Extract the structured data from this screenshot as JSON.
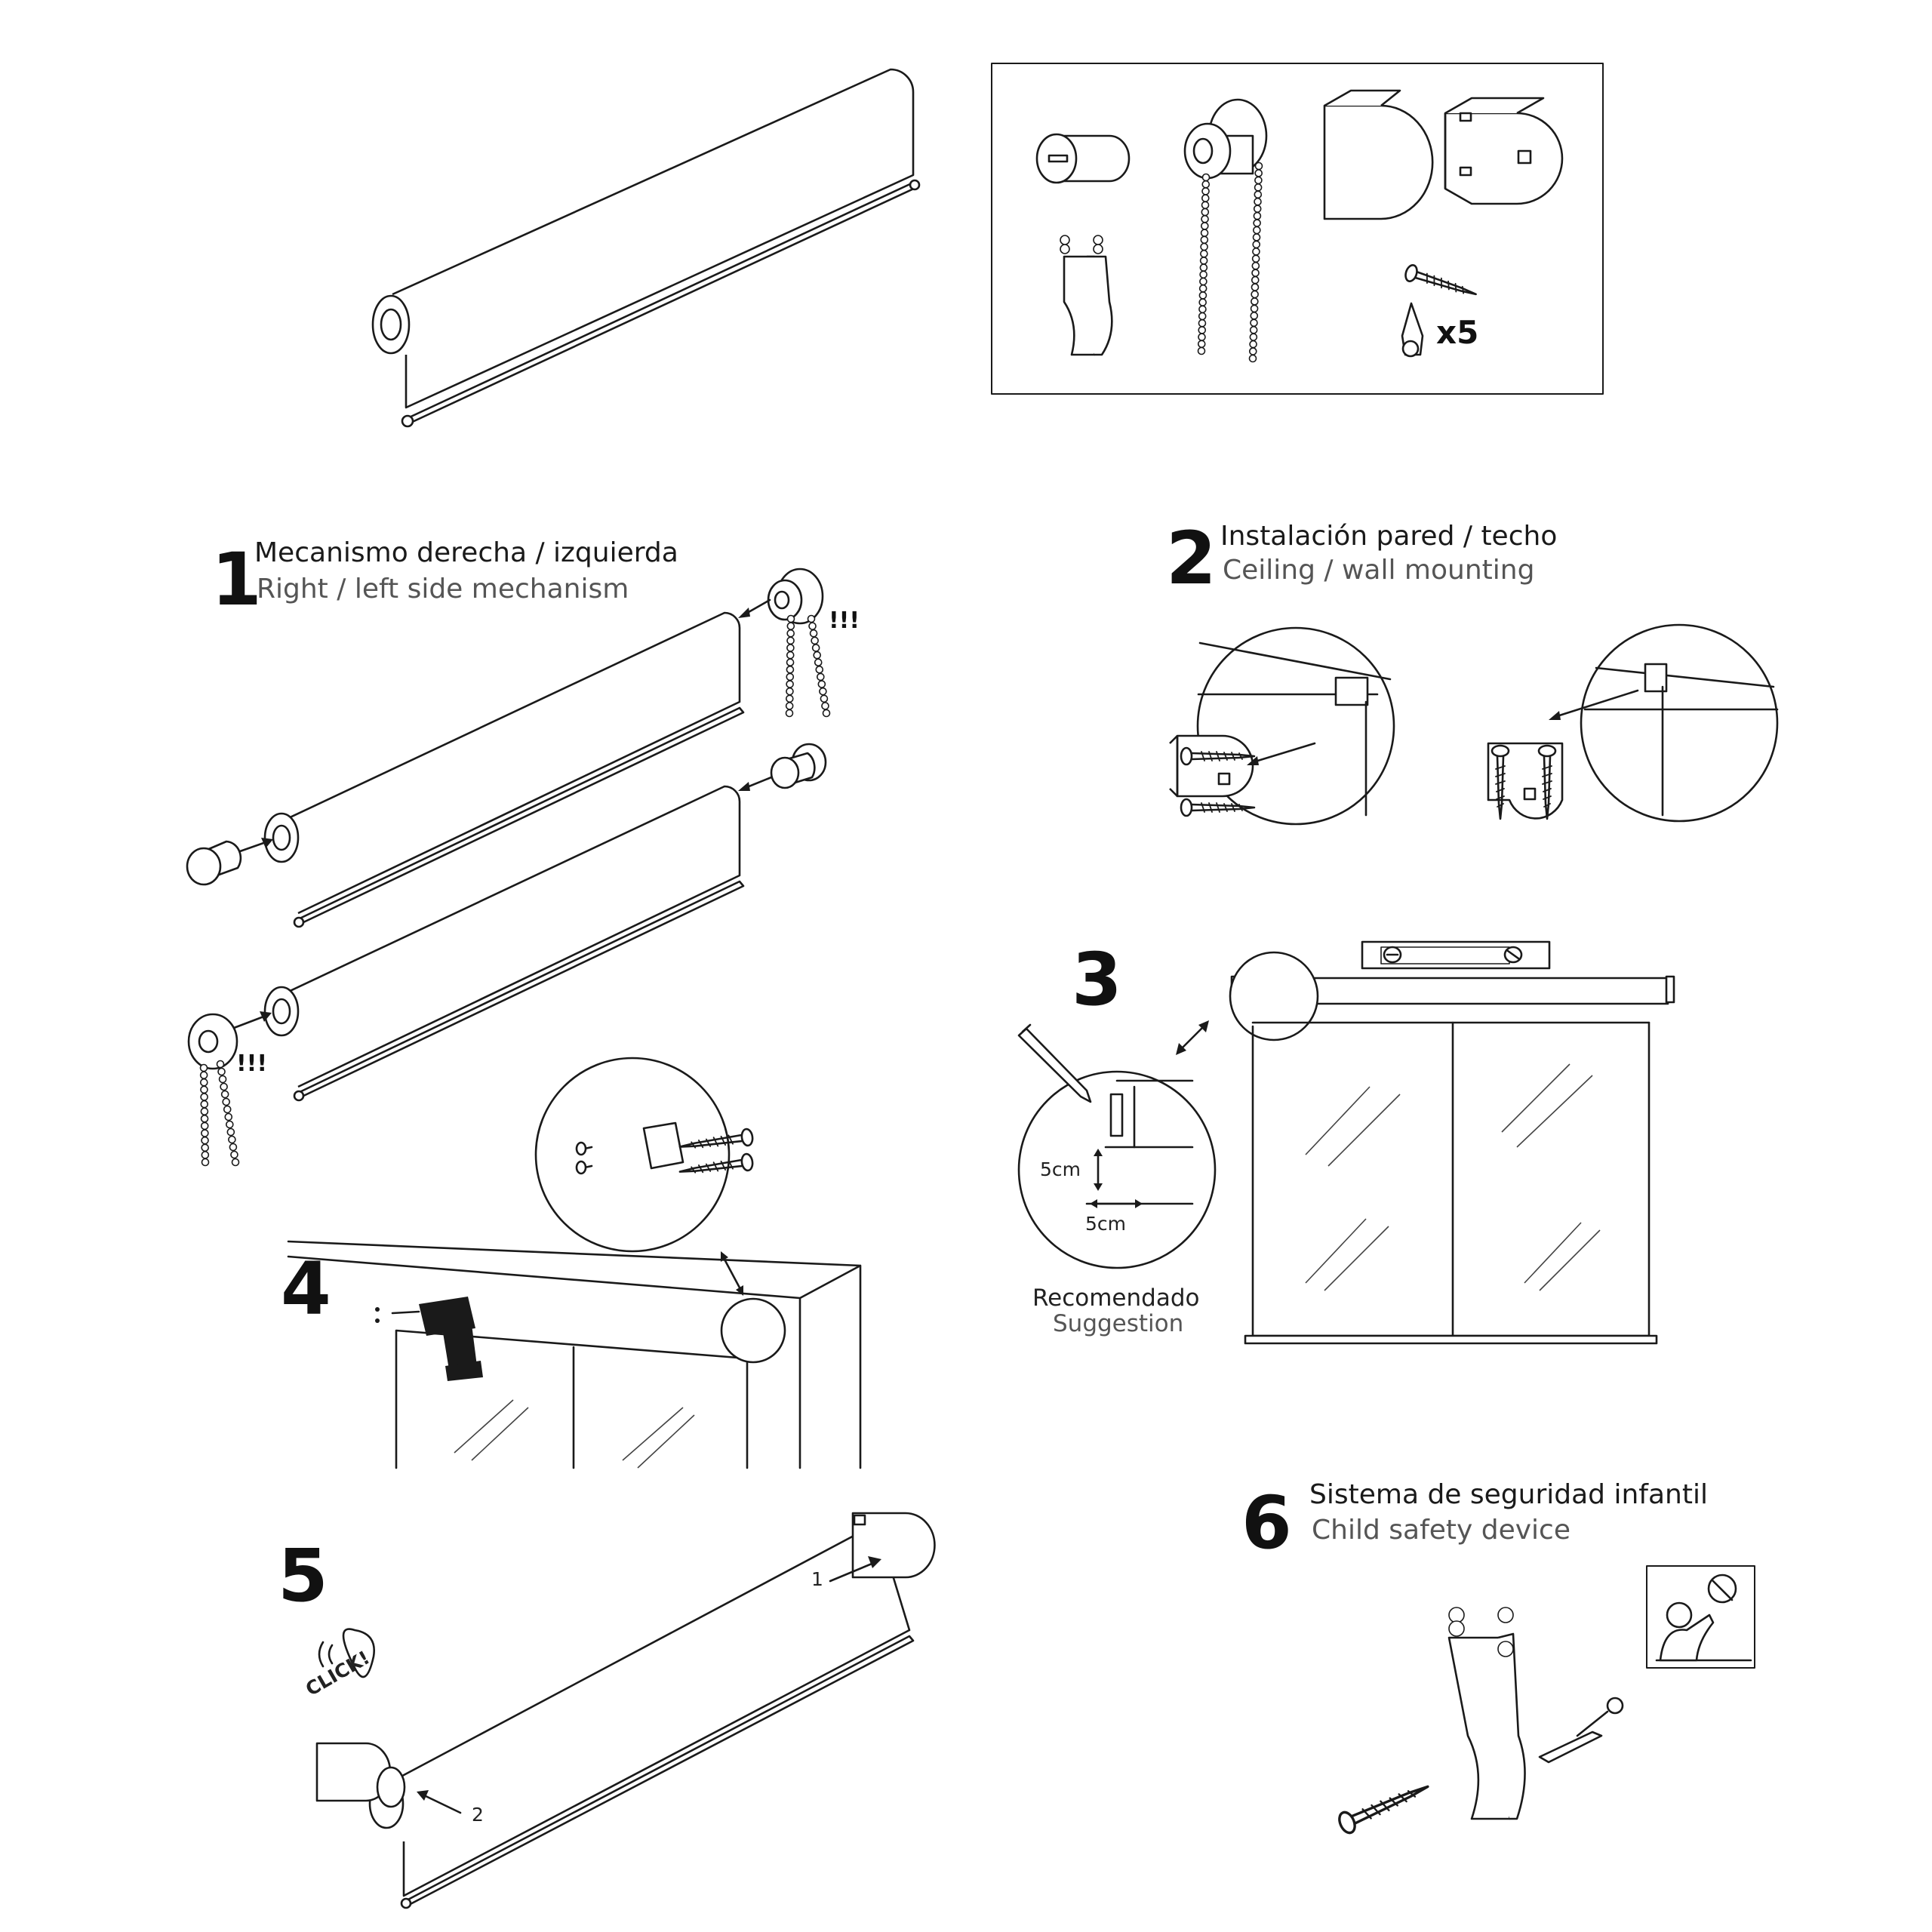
{
  "parts": {
    "quantity_label": "x5"
  },
  "steps": [
    {
      "number": "1",
      "title_es": "Mecanismo derecha / izquierda",
      "title_en": "Right / left side mechanism",
      "warning": "!!!"
    },
    {
      "number": "2",
      "title_es": "Instalación pared / techo",
      "title_en": "Ceiling / wall mounting"
    },
    {
      "number": "3",
      "measure_vertical": "5cm",
      "measure_horizontal": "5cm",
      "note_es": "Recomendado",
      "note_en": "Suggestion"
    },
    {
      "number": "4"
    },
    {
      "number": "5",
      "sound_label": "CLICK!",
      "order_first": "1",
      "order_second": "2"
    },
    {
      "number": "6",
      "title_es": "Sistema de seguridad infantil",
      "title_en": "Child safety device"
    }
  ]
}
